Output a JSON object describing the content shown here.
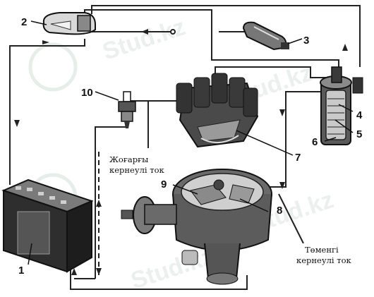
{
  "watermark": "Stud.kz",
  "callouts": {
    "n1": "1",
    "n2": "2",
    "n3": "3",
    "n4": "4",
    "n5": "5",
    "n6": "6",
    "n7": "7",
    "n8": "8",
    "n9": "9",
    "n10": "10"
  },
  "labels": {
    "high_voltage_line1": "Жоғарғы",
    "high_voltage_line2": "кернеулі ток",
    "low_voltage_line1": "Төменгі",
    "low_voltage_line2": "кернеулі ток"
  }
}
